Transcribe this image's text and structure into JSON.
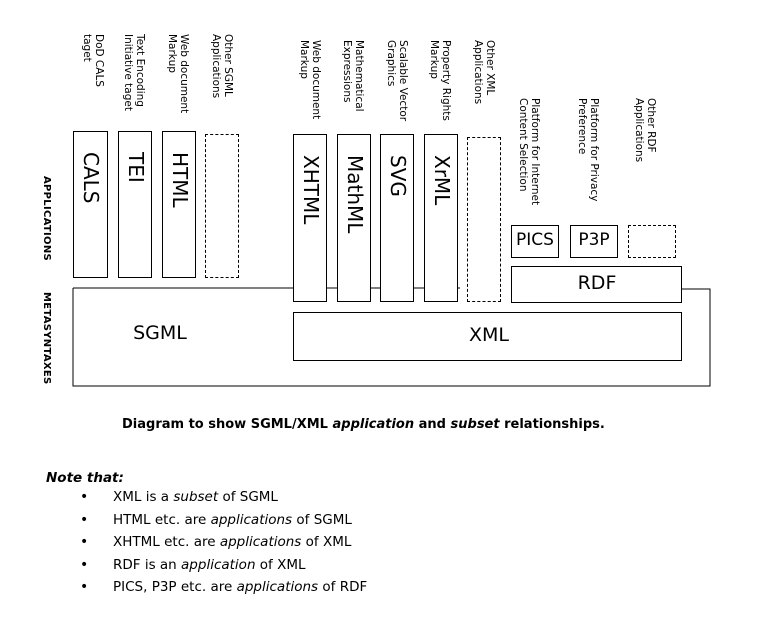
{
  "axis": {
    "applications": "APPLICATIONS",
    "metasyntaxes": "METASYNTAXES"
  },
  "sgml_apps": [
    {
      "desc": "DoD CALS\ntaget",
      "box": "CALS"
    },
    {
      "desc": "Text Encoding\nInitiative taget",
      "box": "TEI"
    },
    {
      "desc": "Web document\nMarkup",
      "box": "HTML"
    },
    {
      "desc": "Other SGML\nApplications",
      "box": ""
    }
  ],
  "xml_apps": [
    {
      "desc": "Web document\nMarkup",
      "box": "XHTML"
    },
    {
      "desc": "Mathematical\nExpressions",
      "box": "MathML"
    },
    {
      "desc": "Scalable Vector\nGraphics",
      "box": "SVG"
    },
    {
      "desc": "Property Rights\nMarkup",
      "box": "XrML"
    },
    {
      "desc": "Other XML\nApplications",
      "box": ""
    }
  ],
  "rdf_apps": [
    {
      "desc": "Platform for Internet\nContent Selection",
      "box": "PICS"
    },
    {
      "desc": "Platform for Privacy\nPreference",
      "box": "P3P"
    },
    {
      "desc": "Other RDF\nApplications",
      "box": ""
    }
  ],
  "metasyntax": {
    "sgml": "SGML",
    "xml": "XML",
    "rdf": "RDF"
  },
  "caption": {
    "part1": "Diagram to show SGML/XML ",
    "em1": "application",
    "part2": " and ",
    "em2": "subset",
    "part3": " relationships."
  },
  "note": {
    "title": "Note that:",
    "items": [
      {
        "a": "XML is a ",
        "em": "subset",
        "b": " of SGML"
      },
      {
        "a": "HTML etc. are ",
        "em": "applications",
        "b": " of SGML"
      },
      {
        "a": "XHTML etc. are ",
        "em": "applications",
        "b": " of XML"
      },
      {
        "a": "RDF is an ",
        "em": "application",
        "b": " of XML"
      },
      {
        "a": "PICS, P3P etc. are ",
        "em": "applications",
        "b": " of RDF"
      }
    ]
  }
}
